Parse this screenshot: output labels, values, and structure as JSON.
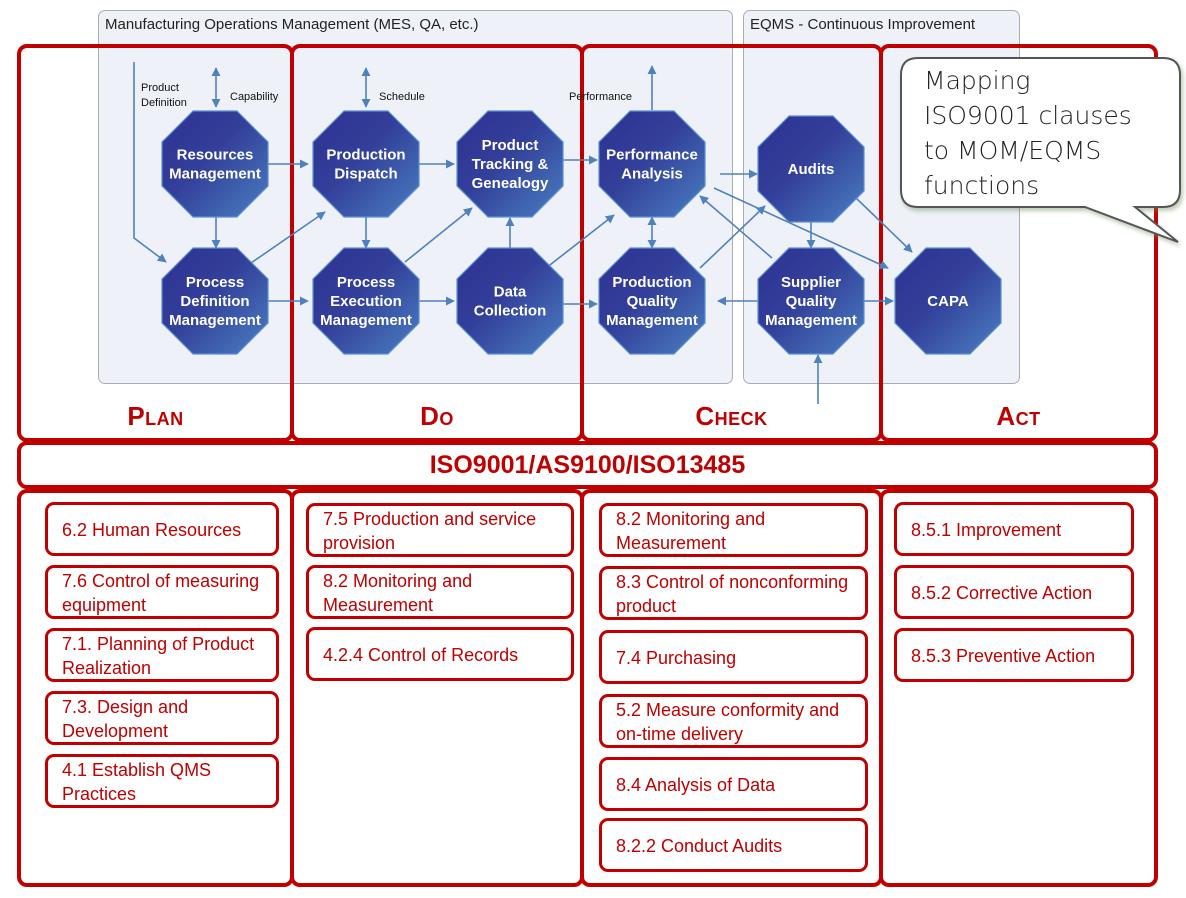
{
  "panels": {
    "mom_title": "Manufacturing Operations Management (MES, QA, etc.)",
    "eqms_title": "EQMS - Continuous Improvement"
  },
  "phases": [
    {
      "id": "plan",
      "label": "Plan"
    },
    {
      "id": "do",
      "label": "Do"
    },
    {
      "id": "check",
      "label": "Check"
    },
    {
      "id": "act",
      "label": "Act"
    }
  ],
  "flow_labels": {
    "product_definition": [
      "Product",
      "Definition"
    ],
    "capability": "Capability",
    "schedule": "Schedule",
    "performance": "Performance"
  },
  "functions": [
    {
      "id": "resources-management",
      "lines": [
        "Resources",
        "Management"
      ]
    },
    {
      "id": "process-definition-management",
      "lines": [
        "Process",
        "Definition",
        "Management"
      ]
    },
    {
      "id": "production-dispatch",
      "lines": [
        "Production",
        "Dispatch"
      ]
    },
    {
      "id": "process-execution-management",
      "lines": [
        "Process",
        "Execution",
        "Management"
      ]
    },
    {
      "id": "product-tracking-genealogy",
      "lines": [
        "Product",
        "Tracking &",
        "Genealogy"
      ]
    },
    {
      "id": "data-collection",
      "lines": [
        "Data",
        "Collection"
      ]
    },
    {
      "id": "performance-analysis",
      "lines": [
        "Performance",
        "Analysis"
      ]
    },
    {
      "id": "production-quality-management",
      "lines": [
        "Production",
        "Quality",
        "Management"
      ]
    },
    {
      "id": "audits",
      "lines": [
        "Audits"
      ]
    },
    {
      "id": "supplier-quality-management",
      "lines": [
        "Supplier",
        "Quality",
        "Management"
      ]
    },
    {
      "id": "capa",
      "lines": [
        "CAPA"
      ]
    }
  ],
  "callout": {
    "lines": [
      "Mapping",
      "ISO9001 clauses",
      "to MOM/EQMS",
      "functions"
    ]
  },
  "standards_bar": "ISO9001/AS9100/ISO13485",
  "clauses": {
    "plan": [
      "6.2 Human Resources",
      "7.6 Control of measuring equipment",
      "7.1. Planning of Product Realization",
      "7.3. Design and Development",
      "4.1 Establish QMS Practices"
    ],
    "do": [
      "7.5 Production and service provision",
      "8.2 Monitoring and Measurement",
      "4.2.4 Control of Records"
    ],
    "check": [
      "8.2 Monitoring and Measurement",
      "8.3 Control of nonconforming product",
      "7.4 Purchasing",
      "5.2 Measure conformity and on-time delivery",
      "8.4 Analysis of Data",
      "8.2.2 Conduct Audits"
    ],
    "act": [
      "8.5.1 Improvement",
      "8.5.2 Corrective Action",
      "8.5.3 Preventive Action"
    ]
  },
  "colors": {
    "pdca_red": "#c00000",
    "octagon_dark": "#2e3192",
    "octagon_light": "#4a7fc1",
    "arrow_blue": "#4f81bd",
    "panel_gray": "#eef1f7"
  }
}
